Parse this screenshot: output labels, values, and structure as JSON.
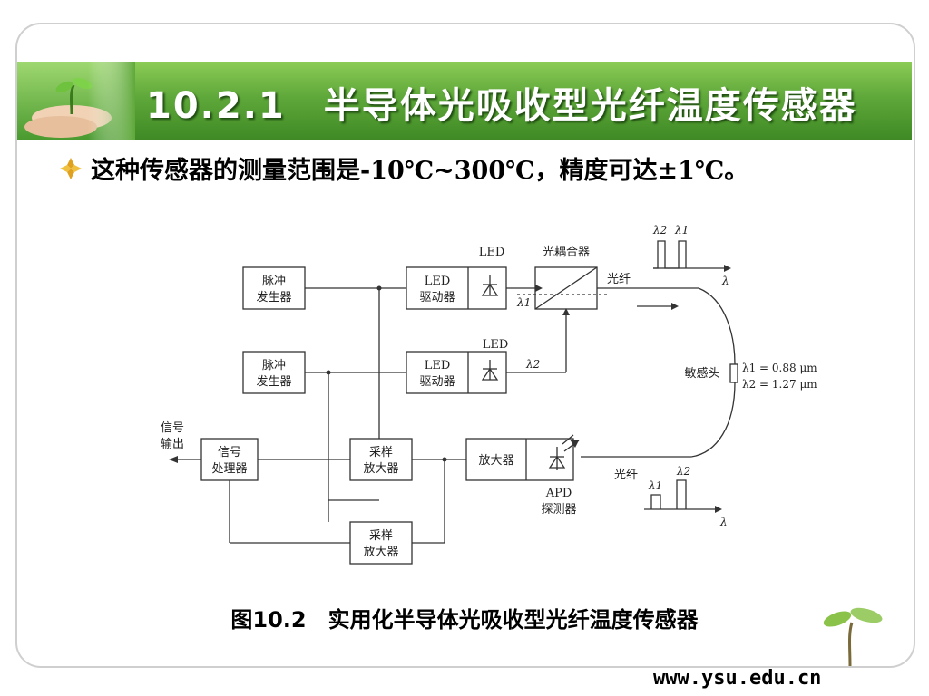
{
  "title": "10.2.1　半导体光吸收型光纤温度传感器",
  "bullet": "这种传感器的测量范围是-10℃~300℃，精度可达±1℃。",
  "caption": "图10.2　实用化半导体光吸收型光纤温度传感器",
  "website": "www.ysu.edu.cn",
  "icons": {
    "bullet": "diamond-bullet-icon",
    "header": "hands-with-seedling-photo",
    "corner": "seedling-icon"
  },
  "colors": {
    "header_green": "#5fa83a",
    "bullet_gold": "#e0a020"
  },
  "diagram": {
    "pulse_gen_1": [
      "脉冲",
      "发生器"
    ],
    "pulse_gen_2": [
      "脉冲",
      "发生器"
    ],
    "led_driver_1": [
      "LED",
      "驱动器"
    ],
    "led_driver_2": [
      "LED",
      "驱动器"
    ],
    "led_label_1": "LED",
    "led_label_2": "LED",
    "coupler": "光耦合器",
    "fiber_top": "光纤",
    "fiber_bottom": "光纤",
    "lambda": "λ",
    "lambda1": "λ1",
    "lambda2": "λ2",
    "sensor_head": "敏感头",
    "lambda1_value": "λ1 = 0.88 μm",
    "lambda2_value": "λ2 = 1.27 μm",
    "signal_output": [
      "信号",
      "输出"
    ],
    "signal_processor": [
      "信号",
      "处理器"
    ],
    "sample_amp_1": [
      "采样",
      "放大器"
    ],
    "sample_amp_2": [
      "采样",
      "放大器"
    ],
    "amplifier": "放大器",
    "apd": [
      "APD",
      "探测器"
    ]
  }
}
